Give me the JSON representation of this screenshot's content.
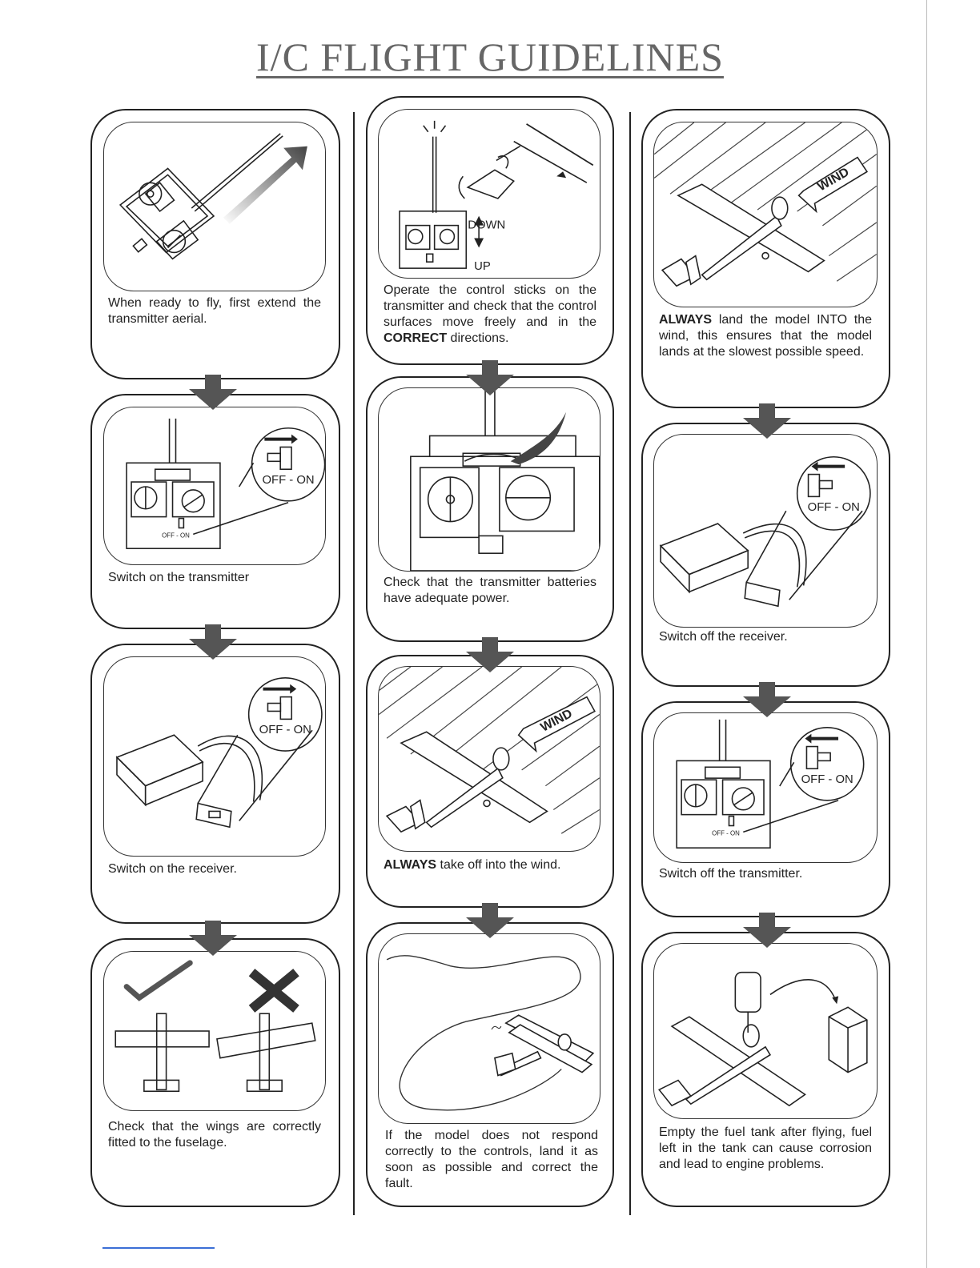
{
  "title": "I/C FLIGHT GUIDELINES",
  "steps": {
    "s1": "When ready to fly, first extend the transmitter aerial.",
    "s2": "Switch on the transmitter",
    "s3": "Switch on the receiver.",
    "s4": "Check that the wings are correctly fitted to the fuselage.",
    "s5a": "Operate the control sticks on the transmitter and check that the control surfaces move freely and in the ",
    "s5b": "CORRECT",
    "s5c": " directions.",
    "s6": "Check that the transmitter batteries have adequate power.",
    "s7a": "ALWAYS",
    "s7b": " take off into the wind.",
    "s8": "If the model does not respond correctly to the controls, land it as soon as possible and correct the fault.",
    "s9a": "ALWAYS",
    "s9b": " land the model INTO the wind, this ensures that the model lands at the slowest possible speed.",
    "s10": "Switch off the receiver.",
    "s11": "Switch off the transmitter.",
    "s12": "Empty the fuel tank after flying, fuel left in the tank can cause corrosion and lead to engine problems."
  },
  "labels": {
    "off_on": "OFF - ON",
    "off_on_small": "OFF - ON",
    "down": "DOWN",
    "up": "UP",
    "wind": "WIND"
  },
  "icons": [
    "transmitter-icon",
    "receiver-icon",
    "switch-icon",
    "airplane-icon",
    "wind-arrow-icon",
    "check-mark-icon",
    "cross-icon",
    "fuel-bottle-icon",
    "down-arrow-icon"
  ]
}
